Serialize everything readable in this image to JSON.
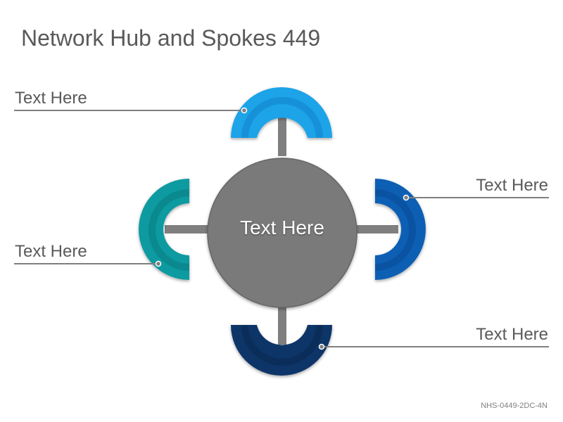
{
  "title": "Network Hub and Spokes 449",
  "hub": {
    "label": "Text Here",
    "color": "#7a7a7a"
  },
  "spokes": [
    {
      "position": "top",
      "label": "Text Here",
      "color": "#1aa3e8"
    },
    {
      "position": "right",
      "label": "Text Here",
      "color": "#0a5fb4"
    },
    {
      "position": "bottom",
      "label": "Text Here",
      "color": "#0e3568"
    },
    {
      "position": "left",
      "label": "Text Here",
      "color": "#0f9aa0"
    }
  ],
  "connector_color": "#7f7f7f",
  "footer_code": "NHS-0449-2DC-4N"
}
